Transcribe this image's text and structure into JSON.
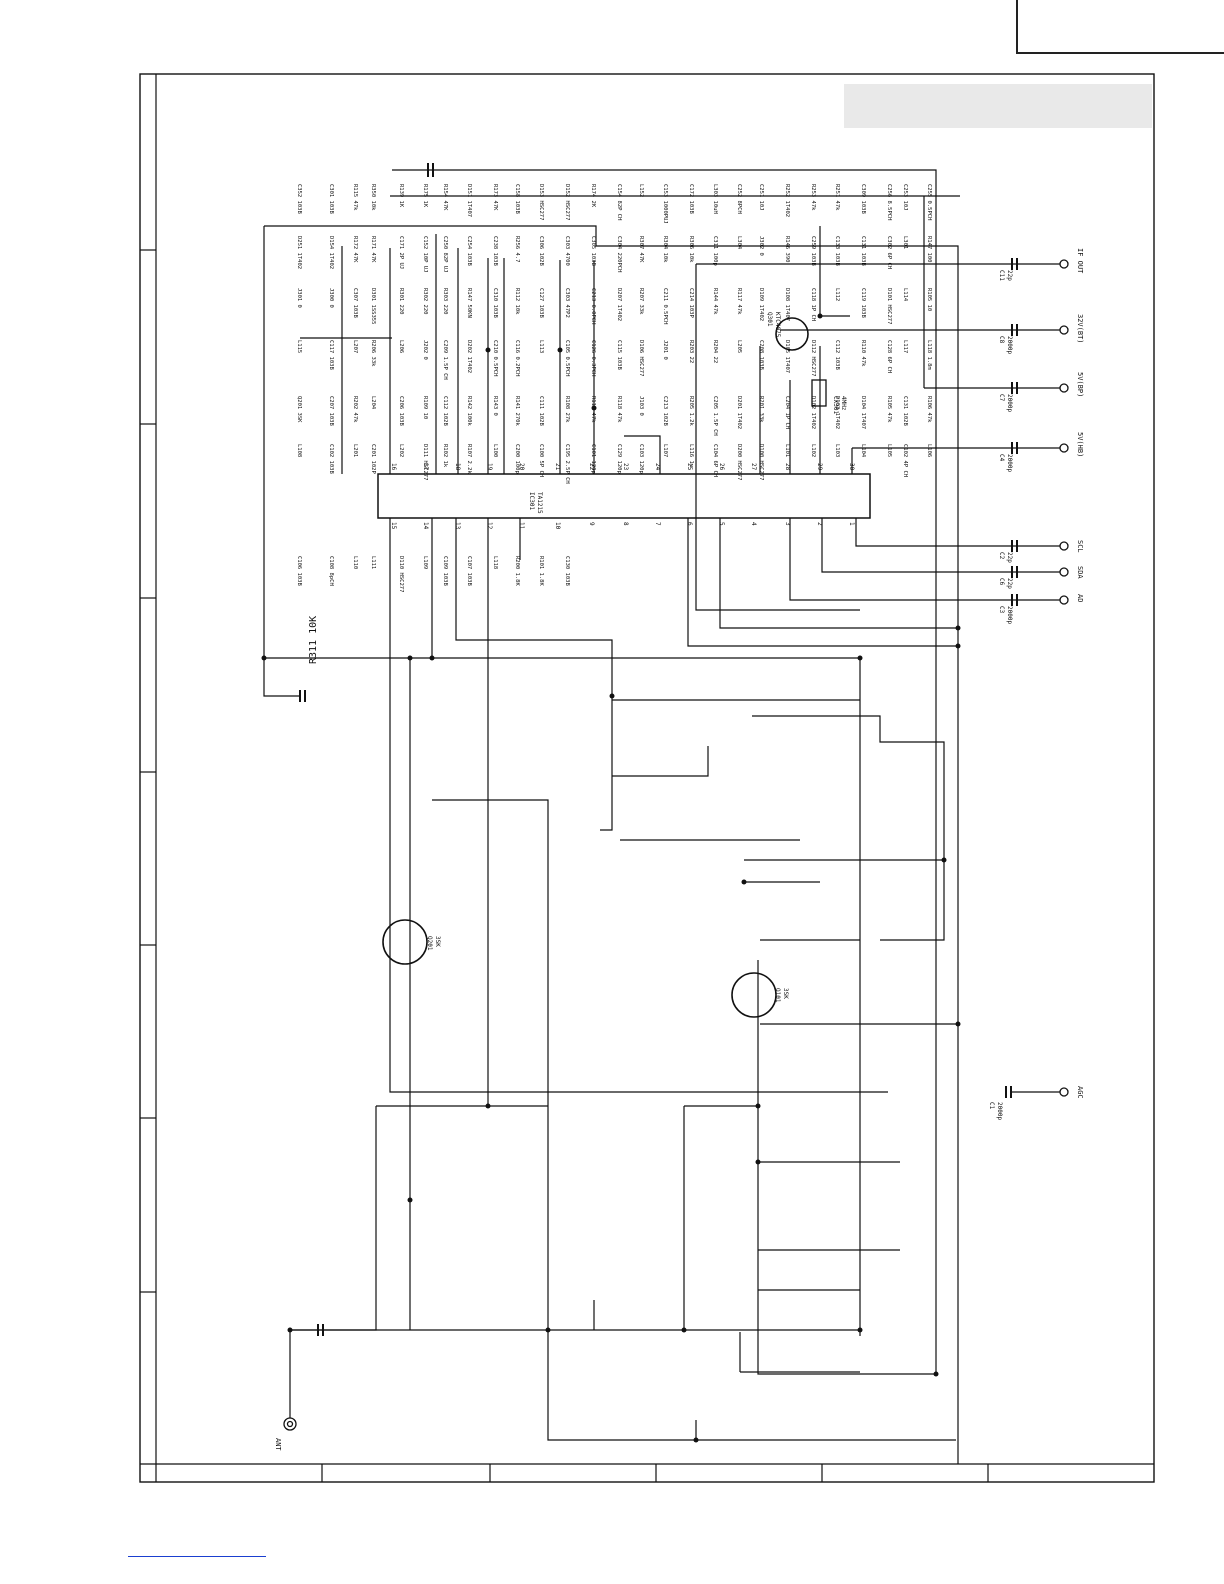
{
  "ic": {
    "ref": "IC301",
    "part": "TA1215",
    "pins_top": [
      "16",
      "17",
      "18",
      "19",
      "20",
      "21",
      "22",
      "23",
      "24",
      "25",
      "26",
      "27",
      "28",
      "29",
      "30"
    ],
    "pins_bottom": [
      "15",
      "14",
      "13",
      "12",
      "11",
      "10",
      "9",
      "8",
      "7",
      "6",
      "5",
      "4",
      "3",
      "2",
      "1"
    ]
  },
  "connectors": [
    {
      "label": "IF OUT",
      "ref": "C11",
      "value": "22p"
    },
    {
      "label": "32V(BT)",
      "ref": "C8",
      "value": "2000p"
    },
    {
      "label": "5V(BP)",
      "ref": "C7",
      "value": "2000p"
    },
    {
      "label": "5V(HB)",
      "ref": "C4",
      "value": "2000p"
    },
    {
      "label": "SCL",
      "ref": "C2",
      "value": "22p"
    },
    {
      "label": "SDA",
      "ref": "C6",
      "value": "22p"
    },
    {
      "label": "AD",
      "ref": "C3",
      "value": "2000p"
    },
    {
      "label": "AGC",
      "ref": "C1",
      "value": "2000p"
    },
    {
      "label": "ANT",
      "ref": "",
      "value": ""
    }
  ],
  "transistors": [
    {
      "ref": "Q301",
      "part": "KTC4075"
    },
    {
      "ref": "Q201",
      "part": "3SK"
    },
    {
      "ref": "Q101",
      "part": "3SK"
    }
  ],
  "crystal": {
    "ref": "CX301",
    "value": "4MHz"
  },
  "handwritten_note": "R311 10K",
  "labels": [
    "C352 103B",
    "C301 103B",
    "R115 47k",
    "R350 10k",
    "R139 1K",
    "R175 1K",
    "R154 47K",
    "D151 1T407",
    "R173 47K",
    "C158 103B",
    "D153 HSC277",
    "D152 HSC277",
    "R174 2K",
    "C154 82P CH",
    "L152",
    "C153 1000PUJ",
    "C172 103B",
    "L303 10uH",
    "C252 8PCH",
    "C251 10J",
    "R252 1T402",
    "R253 47k",
    "R251 47k",
    "C309 103B",
    "C256 8.5PCH",
    "C253 10J",
    "C255 0.5PCH",
    "D251 1T402",
    "D154 1T402",
    "R172 47K",
    "R171 47K",
    "C171 2P UJ",
    "C152 10P UJ",
    "C250 82P UJ",
    "C254 103B",
    "C238 103B",
    "R256 4.7",
    "C306 102B",
    "C303 4700",
    "C305 103B",
    "C304 220PCH",
    "R307 47K",
    "R304 10k",
    "R306 10k",
    "C311 100p",
    "L304",
    "J302 0",
    "R146 390",
    "C259 103B",
    "C133 103B",
    "C131 103B",
    "C302 6P CH",
    "L301",
    "R147 100",
    "J301 0",
    "J300 0",
    "C307 103B",
    "D301 1SS355",
    "R301 220",
    "R302 220",
    "R303 220",
    "R147 50KN",
    "C310 103B",
    "R112 10k",
    "C127 103B",
    "C303 47P2",
    "C213 0.0PCH",
    "D207 1T402",
    "R207 33k",
    "C211 0.5PCH",
    "C214 103P",
    "R144 47k",
    "R117 47k",
    "D109 1T402",
    "D108 1T407",
    "C118 1P CH",
    "L112",
    "C119 103B",
    "D101 HSC277",
    "L114",
    "R105 10",
    "L115",
    "C117 103B",
    "L207",
    "R206 33k",
    "L206",
    "J202 0",
    "C209 1.5P CH",
    "D202 1T402",
    "C210 0.5PCH",
    "C116 0.2PCH",
    "L113",
    "C105 0.5PCH",
    "C126 0.3PCH",
    "C115 103B",
    "D106 HSC277",
    "J201 0",
    "R203 22",
    "R204 22",
    "L205",
    "C208 103B",
    "D105 1T407",
    "D112 HSC277",
    "C112 103B",
    "R110 47k",
    "C128 6P CH",
    "L117",
    "L118 1.8m",
    "Q201 3SK",
    "C207 103B",
    "R202 47k",
    "L204",
    "C206 103B",
    "R109 10",
    "C112 102B",
    "R142 100k",
    "R143 0",
    "R141 270k",
    "C111 102B",
    "R108 27k",
    "R114 47k",
    "R118 47k",
    "J103 0",
    "C213 102B",
    "R205 1.2k",
    "C205 1.5P CH",
    "D201 1T402",
    "R201 33k",
    "C204 1P CH",
    "D102 1T402",
    "D103 1T402",
    "D104 1T407",
    "R105 47k",
    "C131 102B",
    "R106 47k",
    "L108",
    "C102 103B",
    "L201",
    "C201 102P",
    "L202",
    "D111 HSC277",
    "R102 1k",
    "R107 2.2k",
    "L100",
    "C200 100p",
    "C100 5P CH",
    "C195 2.5P CH",
    "C101 120p",
    "C129 120p",
    "C103 120p",
    "L107",
    "L116 1u",
    "C104 6P CH",
    "D200 HSC277",
    "D100 HSC277",
    "L101",
    "L102",
    "L103",
    "L104",
    "L105",
    "C102 4P CH",
    "L106",
    "C106 103B",
    "C108 8pCH",
    "L110",
    "L111",
    "D110 HSC277",
    "L109",
    "C109 103B",
    "C107 103B",
    "L118",
    "R200 1.8K",
    "R101 1.8K",
    "C130 103B"
  ]
}
